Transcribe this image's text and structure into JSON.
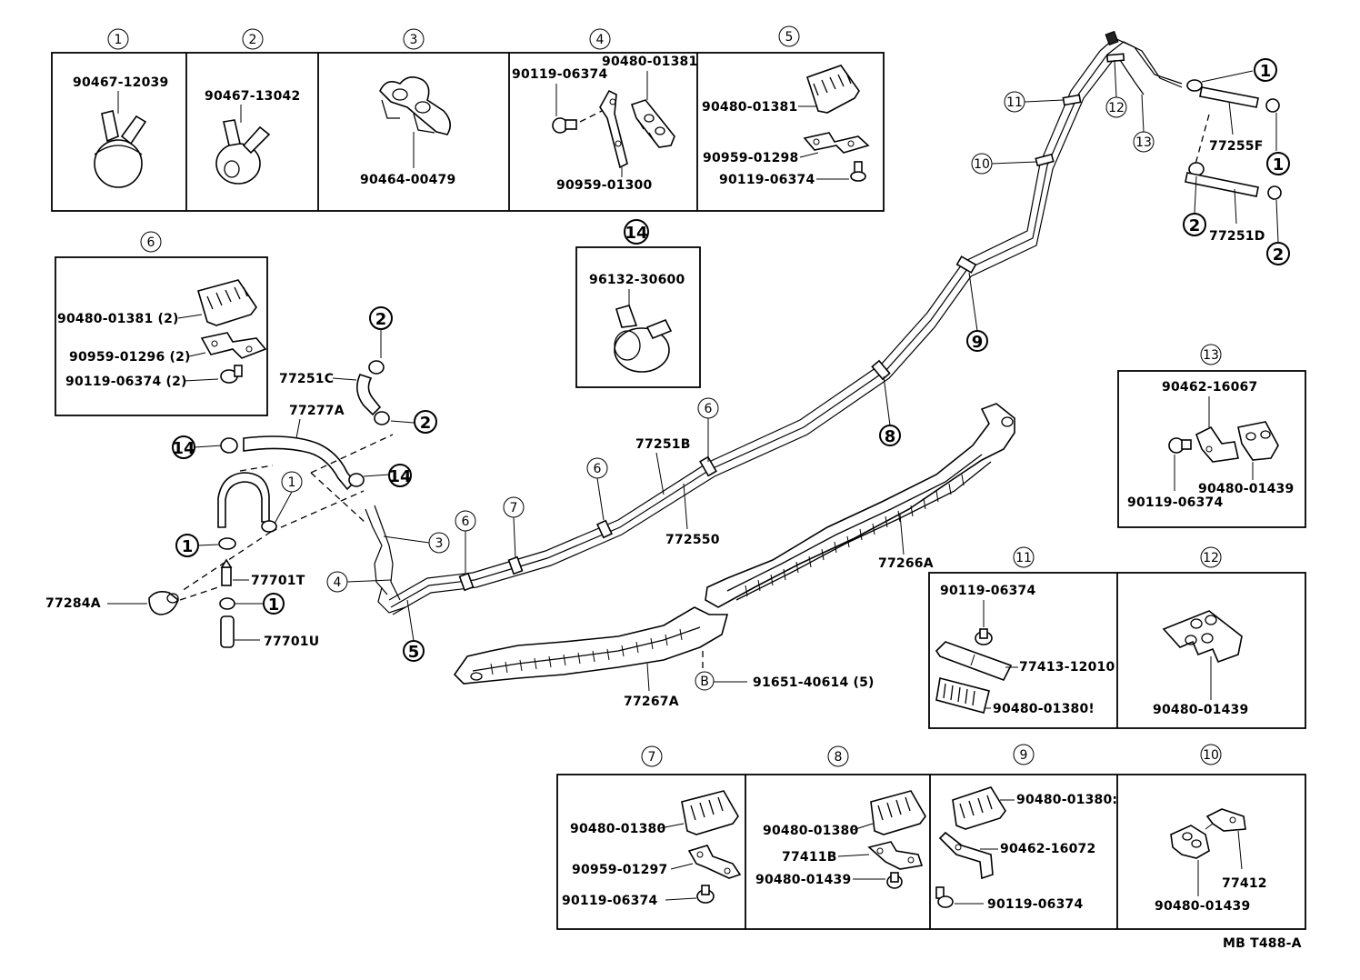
{
  "callouts": {
    "c1": "1",
    "c2": "2",
    "c3": "3",
    "c4": "4",
    "c5": "5",
    "c6": "6",
    "c7": "7",
    "c8": "8",
    "c9": "9",
    "c10": "10",
    "c11": "11",
    "c12": "12",
    "c13": "13",
    "c14": "14",
    "b": "B"
  },
  "box1": {
    "part": "90467-12039"
  },
  "box2": {
    "part": "90467-13042"
  },
  "box3": {
    "part": "90464-00479"
  },
  "box4": {
    "bolt": "90119-06374",
    "clamp": "90480-01381",
    "bracket": "90959-01300"
  },
  "box5": {
    "clamp": "90480-01381",
    "bracket": "90959-01298",
    "bolt": "90119-06374"
  },
  "box6": {
    "clamp": "90480-01381 (2)",
    "bracket": "90959-01296 (2)",
    "bolt": "90119-06374 (2)"
  },
  "box14": {
    "part": "96132-30600"
  },
  "box13": {
    "clamp_top": "90462-16067",
    "clamp": "90480-01439",
    "bolt": "90119-06374"
  },
  "box11": {
    "bolt": "90119-06374",
    "bracket": "77413-12010",
    "clamp": "90480-01380!"
  },
  "box12": {
    "clamp": "90480-01439"
  },
  "box7": {
    "clamp": "90480-01380",
    "bracket": "90959-01297",
    "bolt": "90119-06374"
  },
  "box8": {
    "clamp": "90480-01380",
    "bracket": "77411B",
    "bolt": "90480-01439"
  },
  "box9": {
    "clamp": "90480-01380:",
    "bracket": "90462-16072",
    "bolt": "90119-06374"
  },
  "box10": {
    "bracket": "77412",
    "clamp": "90480-01439"
  },
  "main": {
    "hose_77251c": "77251C",
    "hose_77277a": "77277A",
    "pipe_77251b": "77251B",
    "pipe_77255o": "772550",
    "valve_77701t": "77701T",
    "cap_77284a": "77284A",
    "pipe_77701u": "77701U",
    "protector_77266a": "77266A",
    "protector_77267a": "77267A",
    "clip_91651": "91651-40614 (5)",
    "hose_77255f": "77255F",
    "hose_77251d": "77251D"
  },
  "footer": {
    "code": "MB T488-A"
  }
}
